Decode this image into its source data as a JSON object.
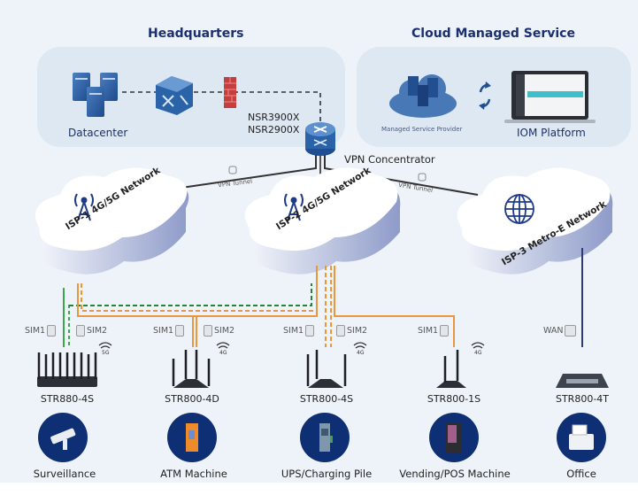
{
  "sections": {
    "headquarters": {
      "title": "Headquarters",
      "datacenter_label": "Datacenter",
      "router_models": [
        "NSR3900X",
        "NSR2900X"
      ],
      "concentrator_label": "VPN Concentrator"
    },
    "cloud_managed": {
      "title": "Cloud Managed Service",
      "provider_label": "Managed Service Provider",
      "platform_label": "IOM Platform"
    }
  },
  "tunnels": [
    {
      "label": "VPN Tunnel",
      "icon": "lock-icon"
    },
    {
      "label": "VPN Tunnel",
      "icon": "lock-icon"
    }
  ],
  "networks": [
    {
      "label": "ISP-1 4G/5G Network",
      "icon": "cell-tower-icon"
    },
    {
      "label": "ISP-2 4G/5G Network",
      "icon": "cell-tower-icon"
    },
    {
      "label": "ISP-3 Metro-E Network",
      "icon": "globe-icon"
    }
  ],
  "devices": [
    {
      "model": "STR880-4S",
      "ports": [
        "SIM1",
        "SIM2"
      ],
      "signal": "5G",
      "use_case": "Surveillance"
    },
    {
      "model": "STR800-4D",
      "ports": [
        "SIM1",
        "SIM2"
      ],
      "signal": "4G",
      "use_case": "ATM Machine"
    },
    {
      "model": "STR800-4S",
      "ports": [
        "SIM1",
        "SIM2"
      ],
      "signal": "4G",
      "use_case": "UPS/Charging Pile"
    },
    {
      "model": "STR800-1S",
      "ports": [
        "SIM1"
      ],
      "signal": "4G",
      "use_case": "Vending/POS Machine"
    },
    {
      "model": "STR800-4T",
      "ports": [
        "WAN"
      ],
      "signal": "",
      "use_case": "Office"
    }
  ],
  "colors": {
    "title": "#1c2f6e",
    "panel": "#dde8f3",
    "isp1_link": "#3aa84a",
    "isp2_link": "#e8973e",
    "isp3_link": "#2a3b78",
    "use_case_circle": "#0e2f74"
  }
}
